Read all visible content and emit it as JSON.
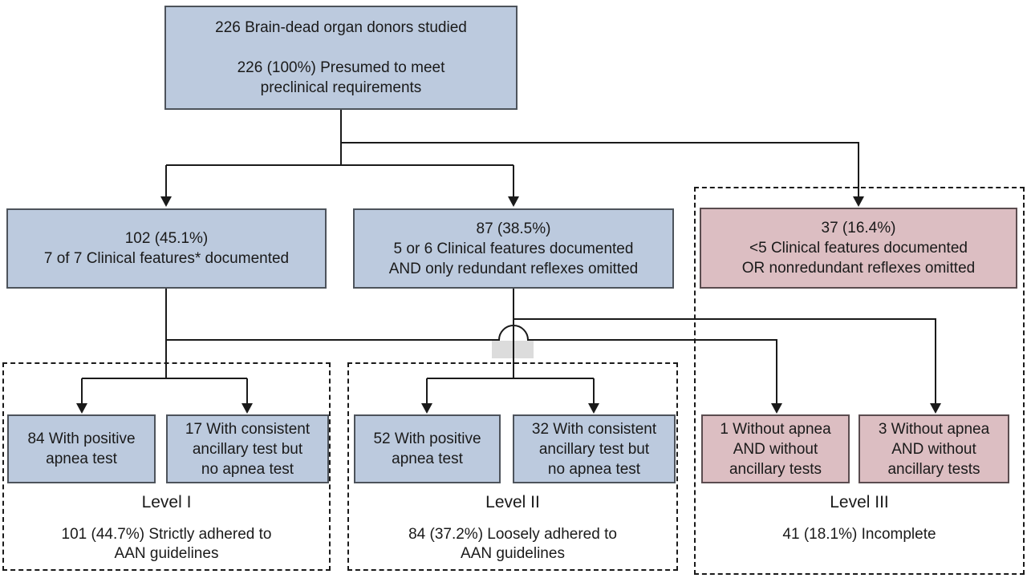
{
  "palette": {
    "page_bg": "#ffffff",
    "text_color": "#1a1a1a",
    "line_color": "#1a1a1a",
    "blue_fill": "#bccade",
    "blue_border": "#4d535b",
    "pink_fill": "#dcbec2",
    "pink_border": "#5a4c4f",
    "artifact_fill": "#dcdcdc"
  },
  "nodes": {
    "root": {
      "text": "226 Brain-dead organ donors studied\n\n226 (100%) Presumed to meet\npreclinical requirements"
    },
    "strict": {
      "text": "102 (45.1%)\n7 of 7 Clinical features* documented"
    },
    "loose": {
      "text": "87 (38.5%)\n5 or 6 Clinical features documented\nAND only redundant reflexes omitted"
    },
    "incomplete": {
      "text": "37 (16.4%)\n<5 Clinical features documented\nOR nonredundant reflexes omitted"
    },
    "apnea84": {
      "text": "84 With positive\napnea test"
    },
    "ancillary17": {
      "text": "17 With consistent\nancillary test but\nno apnea test"
    },
    "apnea52": {
      "text": "52 With positive\napnea test"
    },
    "ancillary32": {
      "text": "32 With consistent\nancillary test but\nno apnea test"
    },
    "without1": {
      "text": "1 Without apnea\nAND without\nancillary tests"
    },
    "without3": {
      "text": "3 Without apnea\nAND without\nancillary tests"
    }
  },
  "groups": {
    "level1": {
      "title": "Level I",
      "summary": "101 (44.7%) Strictly adhered to\nAAN guidelines"
    },
    "level2": {
      "title": "Level II",
      "summary": "84 (37.2%) Loosely adhered to\nAAN guidelines"
    },
    "level3": {
      "title": "Level III",
      "summary": "41 (18.1%) Incomplete"
    }
  },
  "edges": [
    {
      "from": "root",
      "to": "strict"
    },
    {
      "from": "root",
      "to": "loose"
    },
    {
      "from": "root",
      "to": "incomplete"
    },
    {
      "from": "strict",
      "to": "apnea84"
    },
    {
      "from": "strict",
      "to": "ancillary17"
    },
    {
      "from": "strict",
      "to": "without1"
    },
    {
      "from": "loose",
      "to": "apnea52"
    },
    {
      "from": "loose",
      "to": "ancillary32"
    },
    {
      "from": "loose",
      "to": "without3"
    }
  ]
}
